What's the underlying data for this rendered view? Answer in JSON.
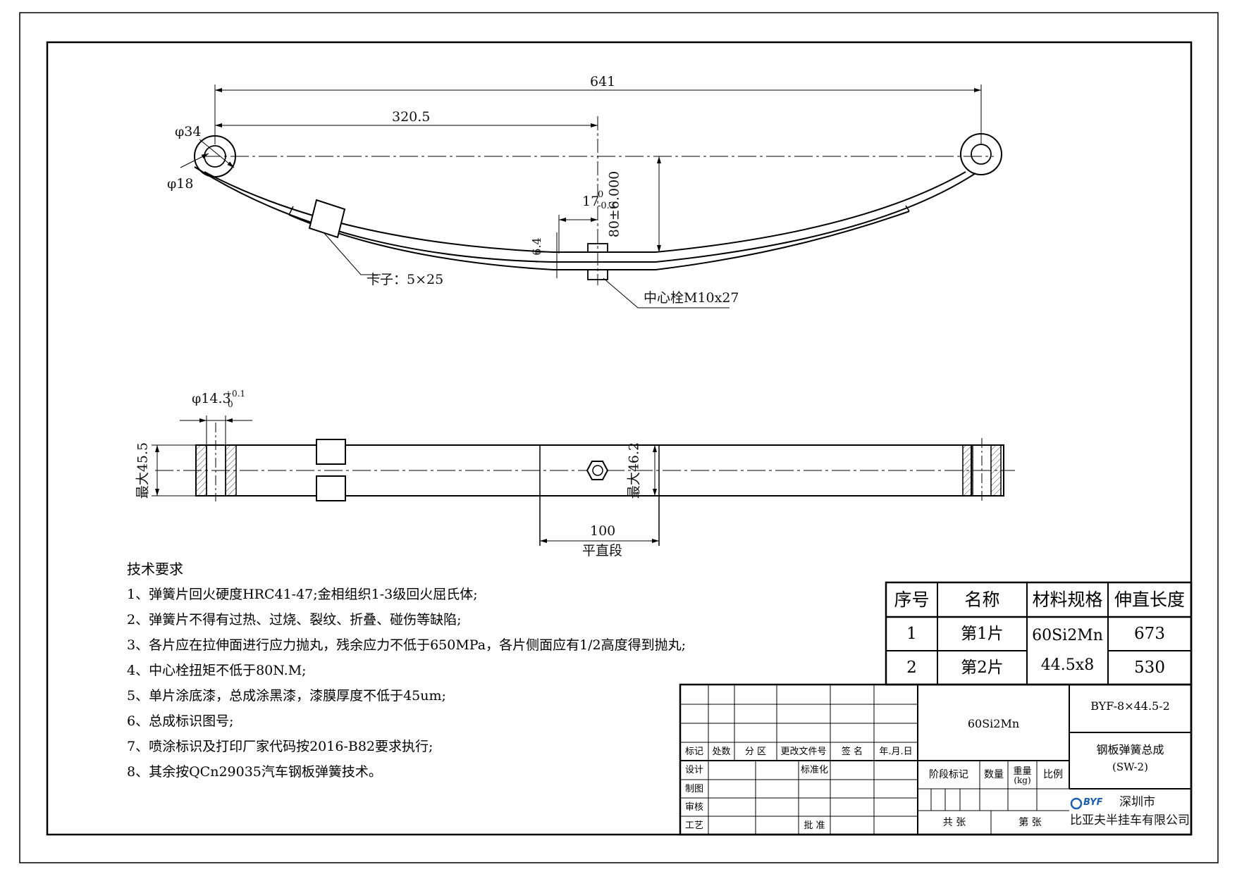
{
  "dimensions": {
    "overall_length": "641",
    "half_length": "320.5",
    "eye_outer_dia": "φ34",
    "eye_inner_dia": "φ18",
    "center_bolt_offset": "17",
    "center_bolt_offset_tol_upper": "0",
    "center_bolt_offset_tol_lower": "-0.3",
    "arc_height": "80±6.000",
    "leaf_thickness": "6.4",
    "bushing_dia": "φ14.3",
    "bushing_dia_tol_upper": "+0.1",
    "bushing_dia_tol_lower": "0",
    "max_eye_width": "最大45.5",
    "max_center_width": "最大46.2",
    "flat_length": "100",
    "flat_label": "平直段"
  },
  "callouts": {
    "clip": "卡子：5×25",
    "center_bolt": "中心栓M10x27"
  },
  "tech_requirements": {
    "title": "技术要求",
    "items": [
      "1、弹簧片回火硬度HRC41-47;金相组织1-3级回火屈氏体;",
      "2、弹簧片不得有过热、过烧、裂纹、折叠、碰伤等缺陷;",
      "3、各片应在拉伸面进行应力抛丸，残余应力不低于650MPa，各片侧面应有1/2高度得到抛丸;",
      "4、中心栓扭矩不低于80N.M;",
      "5、单片涂底漆，总成涂黑漆，漆膜厚度不低于45um;",
      "6、总成标识图号;",
      "7、喷涂标识及打印厂家代码按2016-B82要求执行;",
      "8、其余按QCn29035汽车钢板弹簧技术。"
    ]
  },
  "parts_table": {
    "headers": [
      "序号",
      "名称",
      "材料规格",
      "伸直长度"
    ],
    "rows": [
      {
        "no": "1",
        "name": "第1片",
        "length": "673"
      },
      {
        "no": "2",
        "name": "第2片",
        "length": "530"
      }
    ],
    "material_line1": "60Si2Mn",
    "material_line2": "44.5x8"
  },
  "title_block": {
    "rev_headers": [
      "标记",
      "处数",
      "分 区",
      "更改文件号",
      "签 名",
      "年.月.日"
    ],
    "role_labels": [
      "设计",
      "制图",
      "审核",
      "工艺"
    ],
    "standardization": "标准化",
    "approve": "批 准",
    "material": "60Si2Mn",
    "drawing_number": "BYF-8×44.5-2",
    "part_name": "钢板弹簧总成",
    "part_code": "(SW-2)",
    "stage_label": "阶段标记",
    "qty_label": "数量",
    "weight_label": "重量",
    "weight_unit": "(kg)",
    "scale_label": "比例",
    "sheets_total": "共  张",
    "sheet_no": "第  张",
    "logo": "BYF",
    "company_city": "深圳市",
    "company_name": "比亚夫半挂车有限公司"
  }
}
